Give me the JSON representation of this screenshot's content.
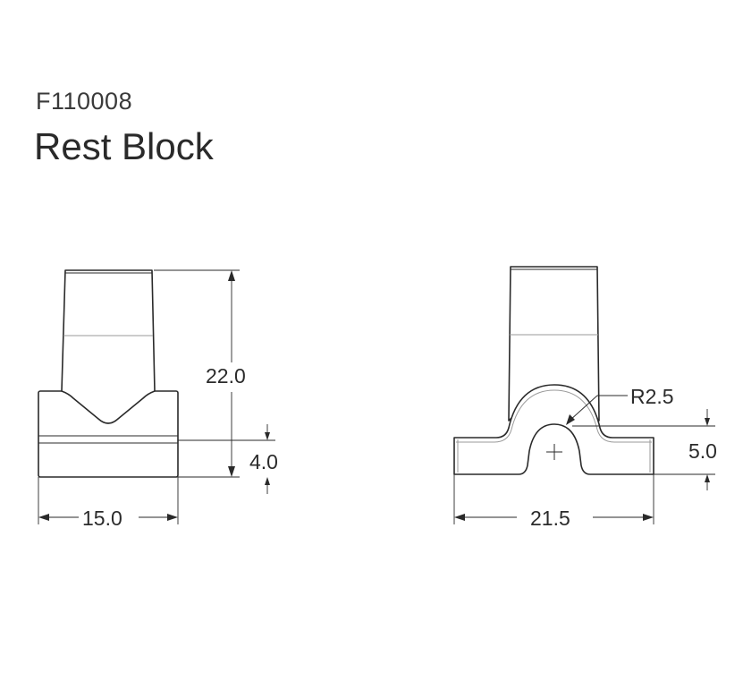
{
  "header": {
    "part_number": "F110008",
    "part_name": "Rest Block"
  },
  "dimensions": {
    "side_view": {
      "height_total": "22.0",
      "base_height": "4.0",
      "width": "15.0"
    },
    "front_view": {
      "radius": "R2.5",
      "arch_height": "5.0",
      "width": "21.5"
    }
  }
}
